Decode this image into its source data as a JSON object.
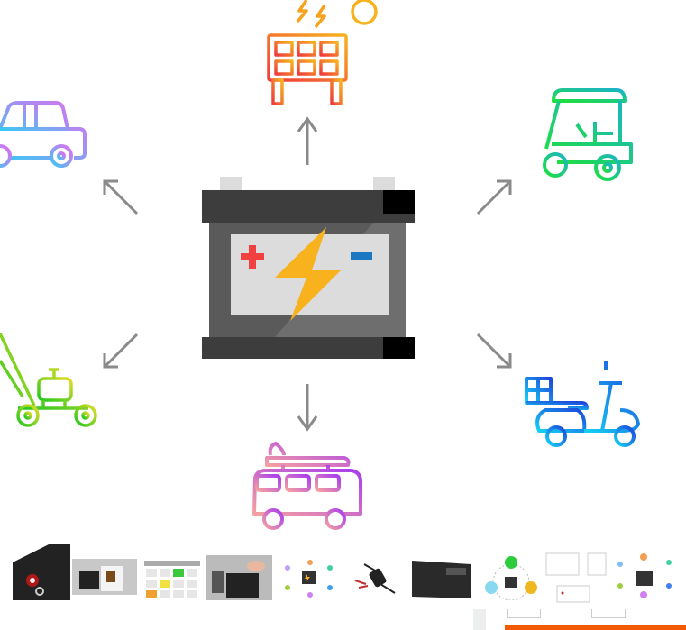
{
  "main_image": {
    "center_icon": "car-battery-icon",
    "surrounding_icons": [
      "solar-panel-icon",
      "car-icon",
      "golf-cart-icon",
      "lawn-mower-icon",
      "scooter-icon",
      "camper-van-icon"
    ],
    "colors": {
      "battery_body": "#3d3d3d",
      "battery_panel": "#dcdcdc",
      "plus": "#f04040",
      "minus": "#1a78c2",
      "bolt": "#f7b21e",
      "arrow": "#8a8a8a"
    }
  },
  "gallery": {
    "thumbnails": [
      {
        "icon": "battery-terminal-closeup-thumbnail"
      },
      {
        "icon": "battery-with-box-thumbnail"
      },
      {
        "icon": "temperature-chart-thumbnail"
      },
      {
        "icon": "battery-testing-thumbnail"
      },
      {
        "icon": "battery-applications-thumbnail"
      },
      {
        "icon": "charger-clamps-thumbnail"
      },
      {
        "icon": "battery-product-thumbnail"
      },
      {
        "icon": "battery-temperature-thumbnail"
      },
      {
        "icon": "battery-dimensions-thumbnail"
      },
      {
        "icon": "battery-applications-small-thumbnail"
      }
    ]
  },
  "accent_color": "#f05a00"
}
